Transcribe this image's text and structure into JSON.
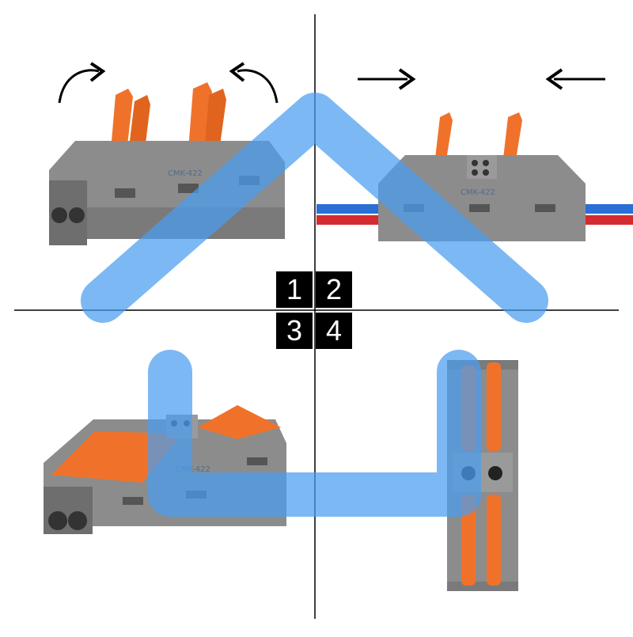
{
  "panels": [
    {
      "step": "1",
      "model_label": "CMK-422"
    },
    {
      "step": "2",
      "model_label": "CMK-422"
    },
    {
      "step": "3",
      "model_label": "CMK-422"
    },
    {
      "step": "4",
      "model_label": ""
    }
  ],
  "colors": {
    "housing_gray": "#8c8c8c",
    "housing_dark": "#6e6e6e",
    "lever_orange": "#f0722a",
    "overlay_blue": "#4a9cf0",
    "wire_blue": "#2a6fd6",
    "wire_red": "#d42a30",
    "badge_black": "#000000"
  },
  "icons": [
    "curved-arrow-right-icon",
    "curved-arrow-left-icon",
    "arrow-right-icon",
    "arrow-left-icon"
  ]
}
